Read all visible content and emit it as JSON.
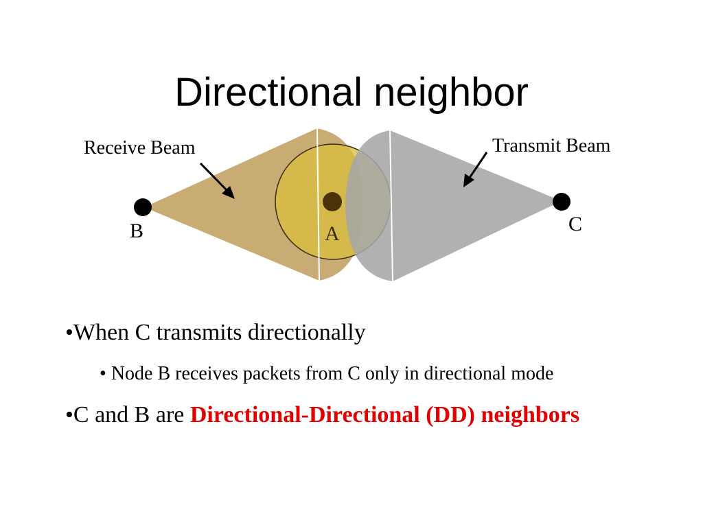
{
  "slide": {
    "title": "Directional neighbor"
  },
  "diagram": {
    "labels": {
      "receive_beam": "Receive Beam",
      "transmit_beam": "Transmit Beam",
      "node_b": "B",
      "node_a": "A",
      "node_c": "C"
    },
    "colors": {
      "receive_beam": "#c9ab74",
      "transmit_beam": "#a6a6a6",
      "node": "#000000",
      "node_a": "#4a3308",
      "node_a_range": "#d8bd3c"
    }
  },
  "bullets": {
    "b1_bullet": "•",
    "b1_text": "When C transmits directionally",
    "b2_bullet": "•",
    "b2_text": "Node B receives packets from C only in directional mode",
    "b3_bullet": "•",
    "b3_prefix": "C and B are",
    "b3_highlight": "Directional-Directional (DD) neighbors",
    "highlight_color": "#e00000"
  }
}
